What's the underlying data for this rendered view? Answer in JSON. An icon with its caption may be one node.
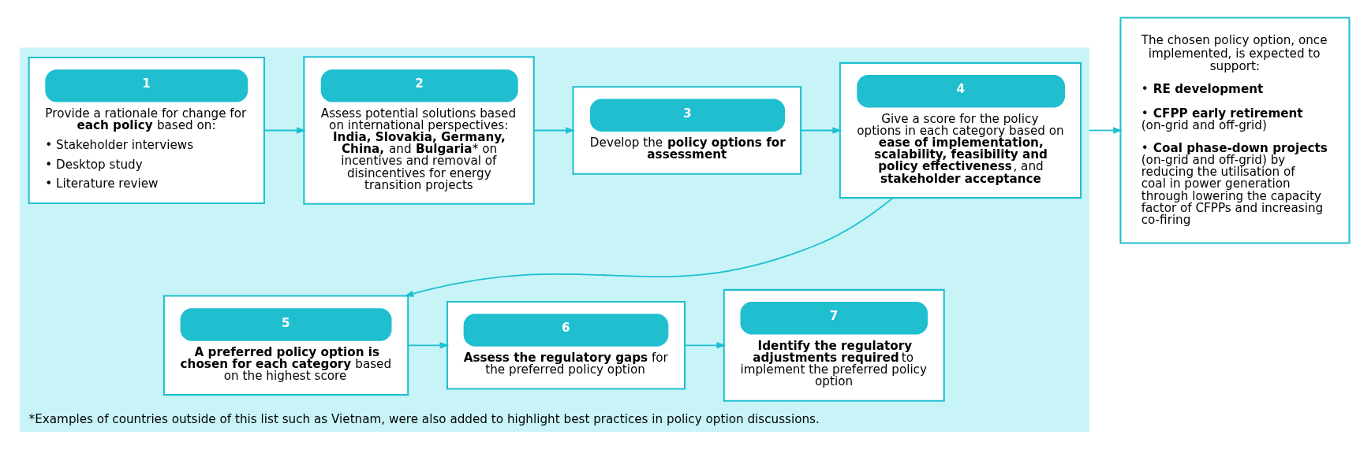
{
  "diagram": {
    "nodes": [
      {
        "text": [
          "*Examples of countries outside of this list such as Vietnam, were also added to highlight best practices in policy option discussions."
        ]
      },
      {
        "text": [
          "1",
          "Provide a rationale for change for **each policy** based on:",
          "• Stakeholder interviews",
          "• Desktop study",
          "• Literature review"
        ],
        "in": 0
      },
      {
        "text": [
          "2",
          "Assess potential solutions based on international perspectives: **India, Slovakia, Germany, China,** and **Bulgaria*** on incentives and removal of disincentives for energy transition projects"
        ],
        "in": 0
      },
      {
        "text": [
          "3",
          "Develop the **policy options for assessment**"
        ],
        "in": 0
      },
      {
        "text": [
          "4",
          "Give a score for the policy options in each category based on **ease of implementation, scalability, feasibility and policy effectiveness**, and **stakeholder acceptance**"
        ],
        "in": 0
      },
      {
        "text": [
          "5",
          "**A preferred policy option is chosen for each category** based on the highest score"
        ],
        "in": 0
      },
      {
        "text": [
          "6",
          "**Assess the regulatory gaps** for the preferred policy option"
        ],
        "in": 0
      },
      {
        "text": [
          "7",
          "**Identify the regulatory adjustments required** to implement the preferred policy option"
        ],
        "in": 0
      },
      {
        "text": [
          "The chosen policy option, once implemented, is expected to support:",
          "• **RE development**",
          "• **CFPP early retirement** (on-grid and off-grid)",
          "• **Coal phase-down projects** (on-grid and off-grid) by reducing the utilisation of coal in power generation through lowering the capacity factor of CFPPs and increasing co-firing"
        ]
      }
    ],
    "edges": [
      {
        "from": 1,
        "to": 2,
        "arrow": "to"
      },
      {
        "from": 2,
        "to": 3,
        "arrow": "to"
      },
      {
        "from": 3,
        "to": 4,
        "arrow": "to"
      },
      {
        "from": 4,
        "to": 5,
        "arrow": "to"
      },
      {
        "from": 5,
        "to": 6,
        "arrow": "to"
      },
      {
        "from": 6,
        "to": 7,
        "arrow": "to"
      },
      {
        "from": 0,
        "to": 8,
        "arrow": "to"
      }
    ]
  }
}
